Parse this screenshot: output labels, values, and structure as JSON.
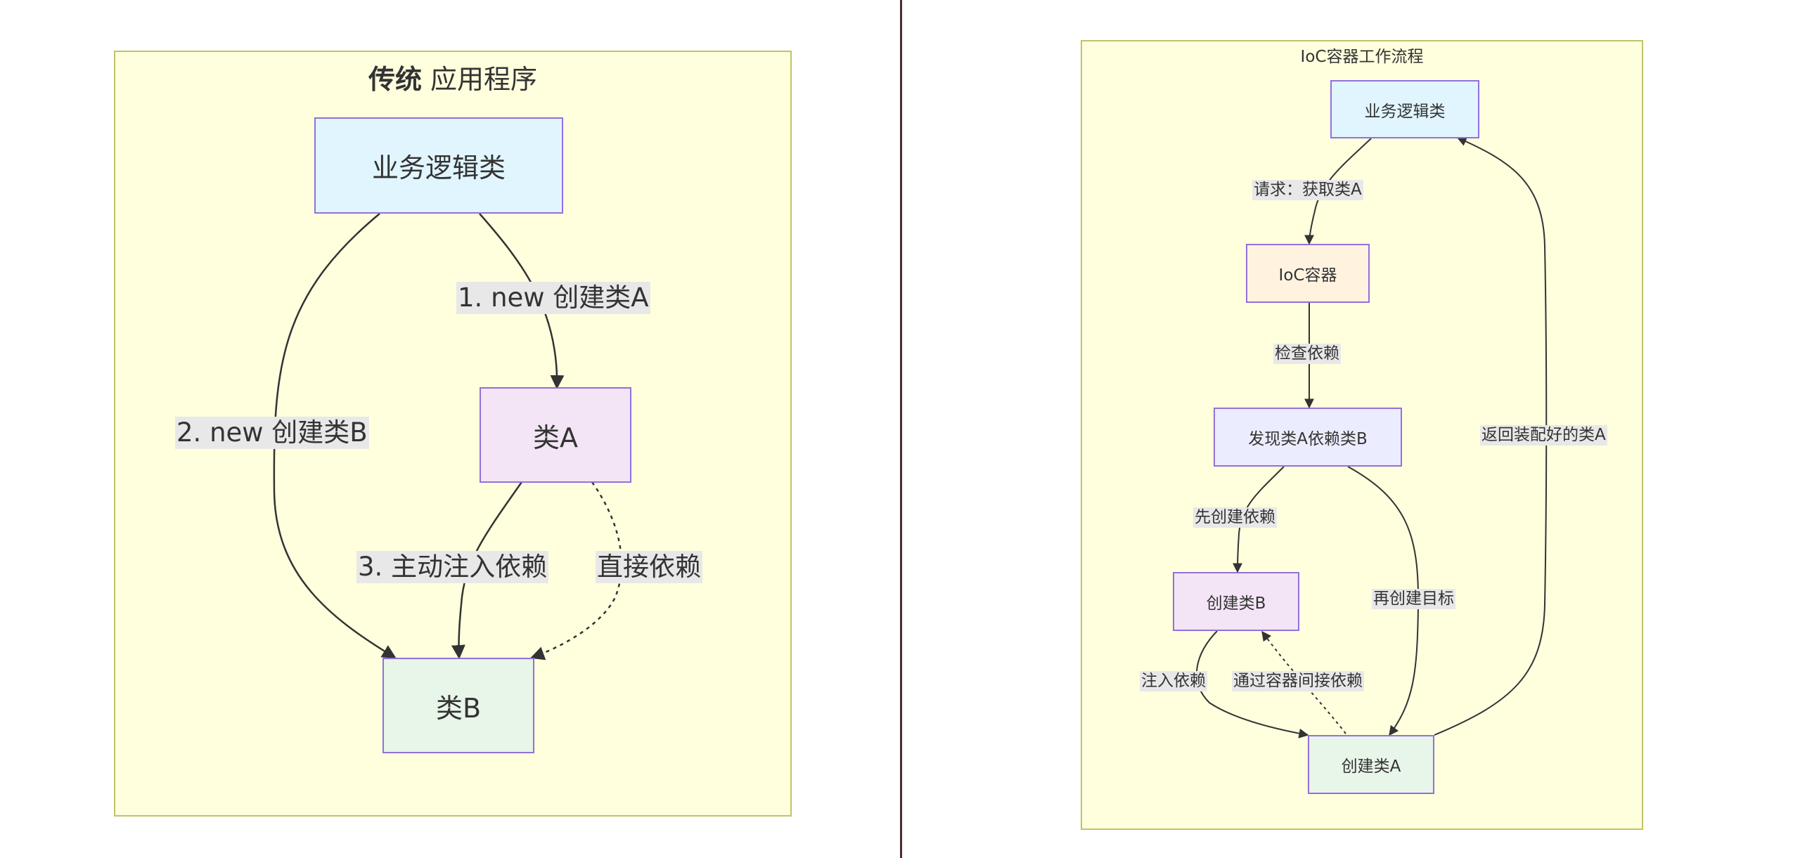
{
  "left_diagram": {
    "title_bold": "传统",
    "title_rest": " 应用程序",
    "nodes": {
      "business": "业务逻辑类",
      "class_a": "类A",
      "class_b": "类B"
    },
    "edges": {
      "create_a": "1. new 创建类A",
      "create_b": "2. new 创建类B",
      "inject": "3. 主动注入依赖",
      "direct": "直接依赖"
    }
  },
  "right_diagram": {
    "title": "IoC容器工作流程",
    "nodes": {
      "business": "业务逻辑类",
      "container": "IoC容器",
      "discover": "发现类A依赖类B",
      "create_b": "创建类B",
      "create_a": "创建类A"
    },
    "edges": {
      "request": "请求：获取类A",
      "check": "检查依赖",
      "first_dep": "先创建依赖",
      "then_target": "再创建目标",
      "inject": "注入依赖",
      "indirect": "通过容器间接依赖",
      "return": "返回装配好的类A"
    }
  },
  "colors": {
    "panel_bg": "#ffffde",
    "panel_border": "#c2c26a",
    "node_border": "#9370db",
    "business_fill": "#e1f5fe",
    "class_a_fill": "#f3e5f5",
    "class_b_fill": "#e8f5e9",
    "container_fill": "#fff3e0",
    "discover_fill": "#ececff",
    "edge_label_bg": "#e8e8e8"
  }
}
